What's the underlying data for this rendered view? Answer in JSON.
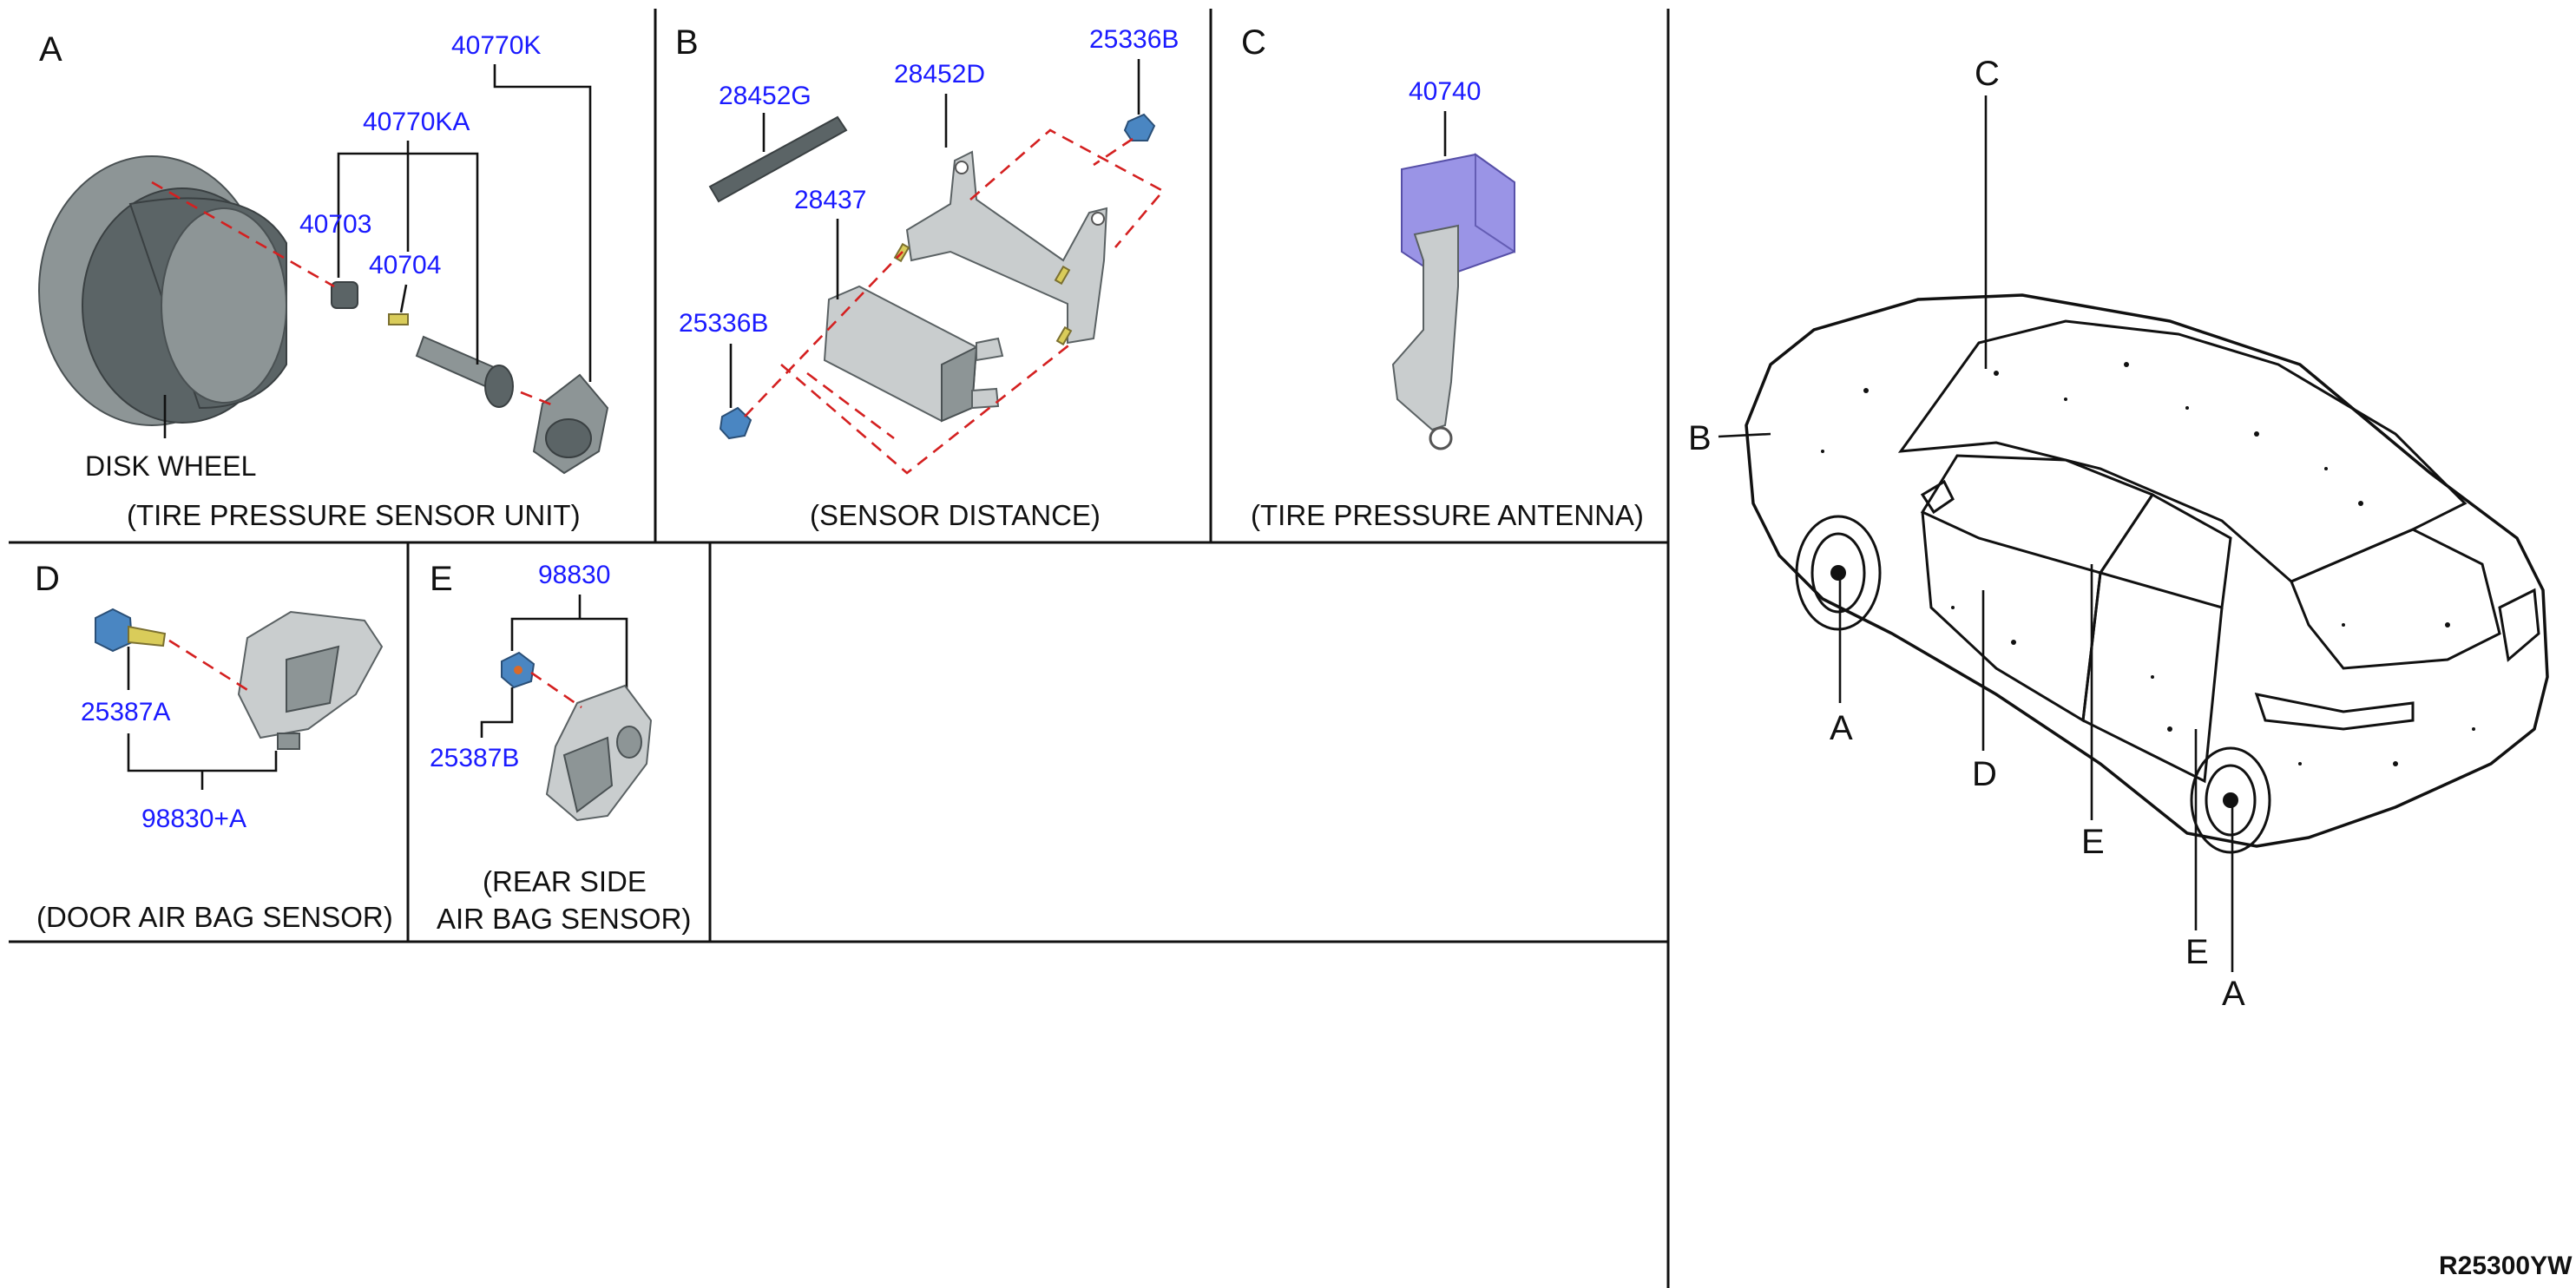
{
  "diagram": {
    "code": "R25300YW",
    "sections": [
      {
        "id": "A",
        "caption": "(TIRE PRESSURE SENSOR UNIT)",
        "label": "DISK WHEEL",
        "parts": [
          "40770K",
          "40770KA",
          "40703",
          "40704"
        ]
      },
      {
        "id": "B",
        "caption": "(SENSOR DISTANCE)",
        "parts": [
          "28452G",
          "28452D",
          "25336B",
          "28437",
          "25336B"
        ]
      },
      {
        "id": "C",
        "caption": "(TIRE PRESSURE ANTENNA)",
        "parts": [
          "40740"
        ]
      },
      {
        "id": "D",
        "caption": "(DOOR AIR BAG SENSOR)",
        "parts": [
          "25387A",
          "98830+A"
        ]
      },
      {
        "id": "E",
        "caption_line1": "(REAR SIDE",
        "caption_line2": "AIR BAG SENSOR)",
        "parts": [
          "98830",
          "25387B"
        ]
      }
    ],
    "vehicle_callouts": [
      "C",
      "B",
      "A",
      "D",
      "E",
      "E",
      "A"
    ]
  }
}
